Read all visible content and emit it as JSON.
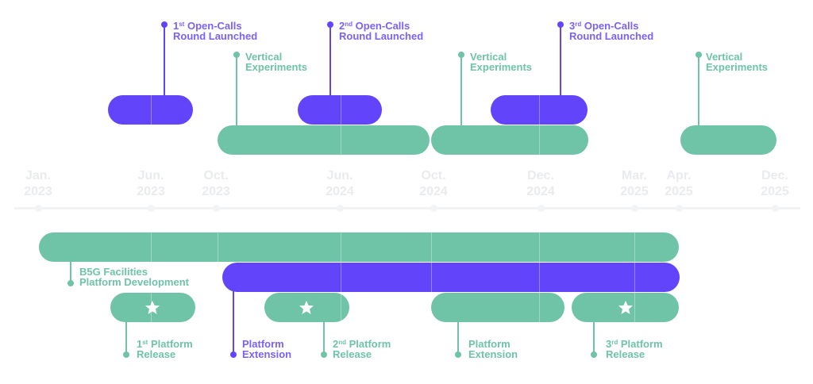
{
  "colors": {
    "green": "#6fc3a6",
    "purple": "#6245fb",
    "axis": "#f2f3f5"
  },
  "timeline": {
    "dates": [
      {
        "month": "Jan.",
        "year": "2023"
      },
      {
        "month": "Jun.",
        "year": "2023"
      },
      {
        "month": "Oct.",
        "year": "2023"
      },
      {
        "month": "Jun.",
        "year": "2024"
      },
      {
        "month": "Oct.",
        "year": "2024"
      },
      {
        "month": "Dec.",
        "year": "2024"
      },
      {
        "month": "Mar.",
        "year": "2025"
      },
      {
        "month": "Apr.",
        "year": "2025"
      },
      {
        "month": "Dec.",
        "year": "2025"
      }
    ]
  },
  "open_calls": [
    {
      "ord": "1",
      "sup": "st",
      "line1": "Open-Calls",
      "line2": "Round Launched"
    },
    {
      "ord": "2",
      "sup": "nd",
      "line1": "Open-Calls",
      "line2": "Round Launched"
    },
    {
      "ord": "3",
      "sup": "rd",
      "line1": "Open-Calls",
      "line2": "Round Launched"
    }
  ],
  "vertical_experiments": [
    {
      "line1": "Vertical",
      "line2": "Experiments"
    },
    {
      "line1": "Vertical",
      "line2": "Experiments"
    },
    {
      "line1": "Vertical",
      "line2": "Experiments"
    }
  ],
  "bottom_labels": {
    "b5g": {
      "line1": "B5G Facilities",
      "line2": "Platform Development"
    },
    "release1": {
      "ord": "1",
      "sup": "st",
      "line1": "Platform",
      "line2": "Release"
    },
    "extension_purple": {
      "line1": "Platform",
      "line2": "Extension"
    },
    "release2": {
      "ord": "2",
      "sup": "nd",
      "line1": "Platform",
      "line2": "Release"
    },
    "extension_green": {
      "line1": "Platform",
      "line2": "Extension"
    },
    "release3": {
      "ord": "3",
      "sup": "rd",
      "line1": "Platform",
      "line2": "Release"
    }
  },
  "icons": {
    "milestone": "star-icon"
  }
}
